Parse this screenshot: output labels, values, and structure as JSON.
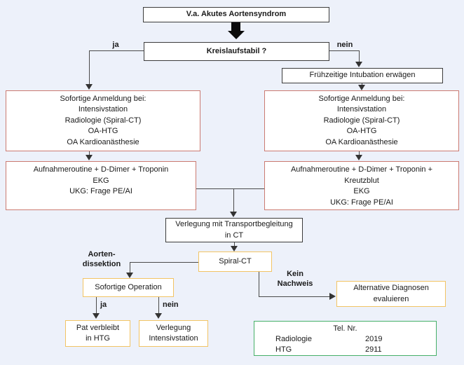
{
  "title": "V.a. Akutes Aortensyndrom Flussdiagramm",
  "colors": {
    "background": "#edf1fa",
    "box_fill": "#ffffff",
    "black_border": "#3b3b3b",
    "red_border": "#cb7a71",
    "yellow_border": "#f2c464",
    "green_border": "#46b068",
    "arrow": "#333333",
    "text": "#1a1a1a"
  },
  "nodes": {
    "start": {
      "text": "V.a. Akutes Aortensyndrom"
    },
    "decision": {
      "text": "Kreislaufstabil ?"
    },
    "branch_ja": "ja",
    "branch_nein": "nein",
    "intubation": {
      "text": "Frühzeitige Intubation erwägen"
    },
    "anmeldung_left": {
      "lines": [
        "Sofortige Anmeldung bei:",
        "Intensivstation",
        "Radiologie (Spiral-CT)",
        "OA-HTG",
        "OA Kardioanästhesie"
      ]
    },
    "anmeldung_right": {
      "lines": [
        "Sofortige Anmeldung bei:",
        "Intensivstation",
        "Radiologie (Spiral-CT)",
        "OA-HTG",
        "OA Kardioanästhesie"
      ]
    },
    "routine_left": {
      "lines": [
        "Aufnahmeroutine + D-Dimer + Troponin",
        "EKG",
        "UKG: Frage PE/AI"
      ]
    },
    "routine_right": {
      "lines": [
        "Aufnahmeroutine + D-Dimer + Troponin +",
        "Kreutzblut",
        "EKG",
        "UKG: Frage PE/AI"
      ]
    },
    "verlegung_ct": {
      "lines": [
        "Verlegung mit Transportbegleitung",
        "in CT"
      ]
    },
    "spiral_ct": {
      "text": "Spiral-CT"
    },
    "label_aortendissektion": {
      "lines": [
        "Aorten-",
        "dissektion"
      ]
    },
    "operation": {
      "text": "Sofortige Operation"
    },
    "branch_ja2": "ja",
    "branch_nein2": "nein",
    "pat_htg": {
      "lines": [
        "Pat verbleibt",
        "in HTG"
      ]
    },
    "verlegung_its": {
      "lines": [
        "Verlegung",
        "Intensivstation"
      ]
    },
    "label_kein_nachweis": {
      "lines": [
        "Kein",
        "Nachweis"
      ]
    },
    "alt_diagnosen": {
      "lines": [
        "Alternative Diagnosen",
        "evaluieren"
      ]
    },
    "tel": {
      "title": "Tel. Nr.",
      "rows": [
        {
          "label": "Radiologie",
          "number": "2019"
        },
        {
          "label": "HTG",
          "number": "2911"
        }
      ]
    }
  }
}
